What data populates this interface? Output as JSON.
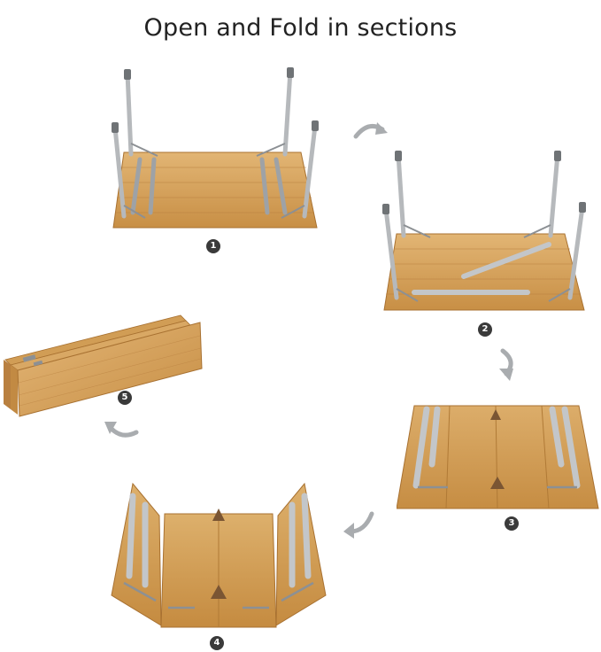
{
  "title": "Open and Fold in sections",
  "steps": [
    {
      "number": "1"
    },
    {
      "number": "2"
    },
    {
      "number": "3"
    },
    {
      "number": "4"
    },
    {
      "number": "5"
    }
  ],
  "colors": {
    "wood": "#d6a55c",
    "wood_dark": "#b07a36",
    "wood_light": "#e6bf80",
    "metal": "#c8cacc",
    "metal_dark": "#7d8184",
    "arrow": "#a9acaf",
    "badge": "#3a3a3a"
  }
}
